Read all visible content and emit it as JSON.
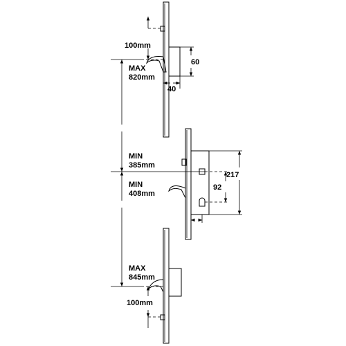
{
  "diagram": {
    "labels": {
      "top_hook_gap": "100mm",
      "top_box_height": "60",
      "top_box_depth": "40",
      "upper_max_line1": "MAX",
      "upper_max_line2": "820mm",
      "upper_min_line1": "MIN",
      "upper_min_line2": "385mm",
      "lower_min_line1": "MIN",
      "lower_min_line2": "408mm",
      "gearbox_height": "217",
      "centres": "92",
      "lower_max_line1": "MAX",
      "lower_max_line2": "845mm",
      "bottom_hook_gap": "100mm"
    }
  }
}
